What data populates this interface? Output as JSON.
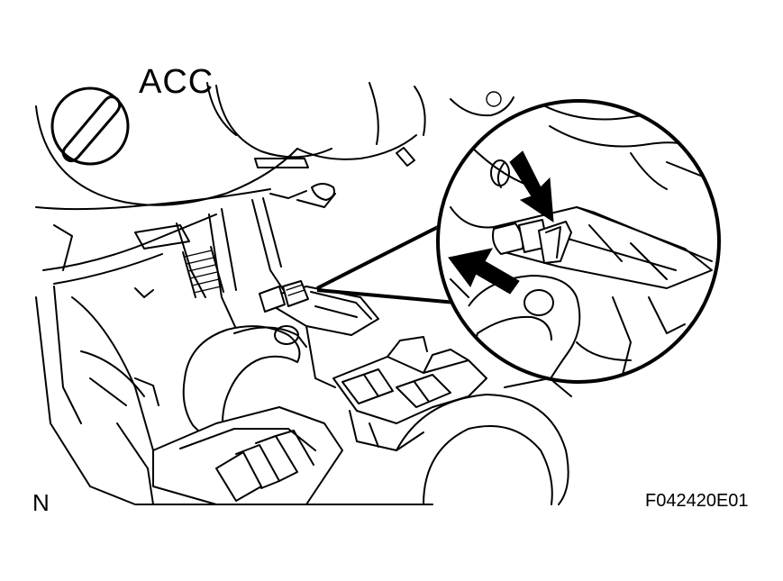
{
  "labels": {
    "switch_position": "ACC",
    "orientation_mark": "N",
    "figure_code": "F042420E01"
  },
  "icons": {
    "ignition_key_slot": "ignition-key-icon",
    "press_arrow_down": "arrow-icon",
    "press_arrow_left": "arrow-icon"
  },
  "colors": {
    "ink": "#000000",
    "background": "#ffffff"
  }
}
